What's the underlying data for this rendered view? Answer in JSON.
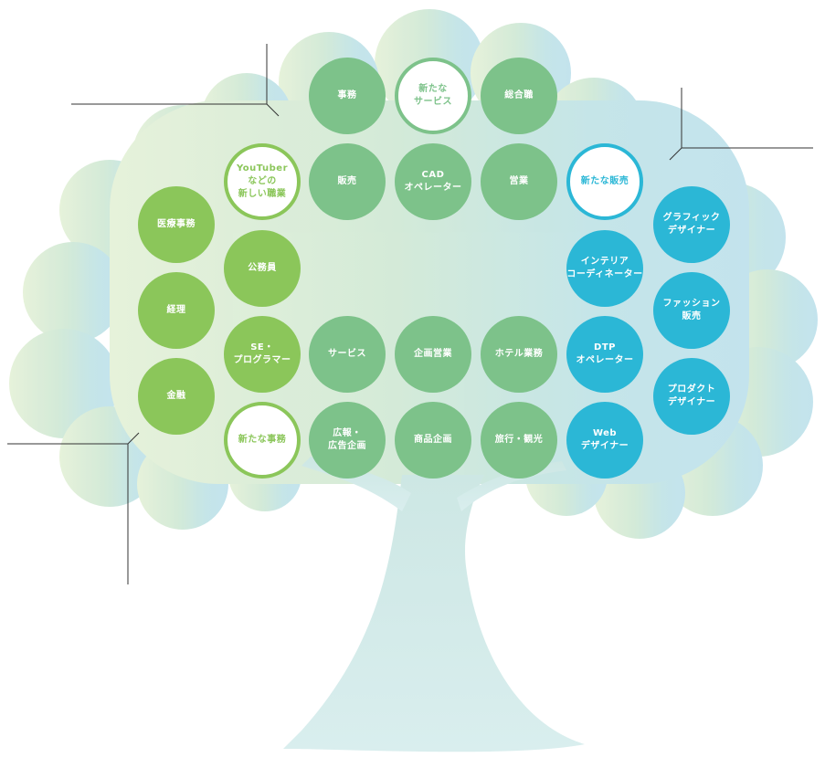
{
  "diagram": {
    "nodes": [
      {
        "id": "jimu",
        "label": "事務",
        "style": "c-mid"
      },
      {
        "id": "new-service",
        "label": "新たな\nサービス",
        "style": "c-outline-mid"
      },
      {
        "id": "sogoshoku",
        "label": "総合職",
        "style": "c-mid"
      },
      {
        "id": "youtuber",
        "label": "YouTuber\nなどの\n新しい職業",
        "style": "c-outline-green"
      },
      {
        "id": "hanbai",
        "label": "販売",
        "style": "c-mid"
      },
      {
        "id": "cad",
        "label": "CAD\nオペレーター",
        "style": "c-mid"
      },
      {
        "id": "eigyo",
        "label": "営業",
        "style": "c-mid"
      },
      {
        "id": "new-sales",
        "label": "新たな販売",
        "style": "c-outline-blue"
      },
      {
        "id": "iryo",
        "label": "医療事務",
        "style": "c-light"
      },
      {
        "id": "graphic",
        "label": "グラフィック\nデザイナー",
        "style": "c-blue"
      },
      {
        "id": "komuin",
        "label": "公務員",
        "style": "c-light"
      },
      {
        "id": "interior",
        "label": "インテリア\nコーディネーター",
        "style": "c-blue"
      },
      {
        "id": "keiri",
        "label": "経理",
        "style": "c-light"
      },
      {
        "id": "fashion",
        "label": "ファッション\n販売",
        "style": "c-blue"
      },
      {
        "id": "se",
        "label": "SE・\nプログラマー",
        "style": "c-light"
      },
      {
        "id": "service",
        "label": "サービス",
        "style": "c-mid"
      },
      {
        "id": "kikaku-eigyo",
        "label": "企画営業",
        "style": "c-mid"
      },
      {
        "id": "hotel",
        "label": "ホテル業務",
        "style": "c-mid"
      },
      {
        "id": "dtp",
        "label": "DTP\nオペレーター",
        "style": "c-blue"
      },
      {
        "id": "kinyu",
        "label": "金融",
        "style": "c-light"
      },
      {
        "id": "product",
        "label": "プロダクト\nデザイナー",
        "style": "c-blue"
      },
      {
        "id": "new-office",
        "label": "新たな事務",
        "style": "c-outline-green"
      },
      {
        "id": "koho",
        "label": "広報・\n広告企画",
        "style": "c-mid"
      },
      {
        "id": "shohin",
        "label": "商品企画",
        "style": "c-mid"
      },
      {
        "id": "ryoko",
        "label": "旅行・観光",
        "style": "c-mid"
      },
      {
        "id": "web",
        "label": "Web\nデザイナー",
        "style": "c-blue"
      }
    ],
    "colors": {
      "light_green": "#8bc65a",
      "mid_green": "#7dc28a",
      "blue": "#2bb7d6",
      "canopy_green": "#d6ebd0",
      "canopy_blue": "#bfe3ea",
      "trunk": "#cfe8ea"
    }
  }
}
